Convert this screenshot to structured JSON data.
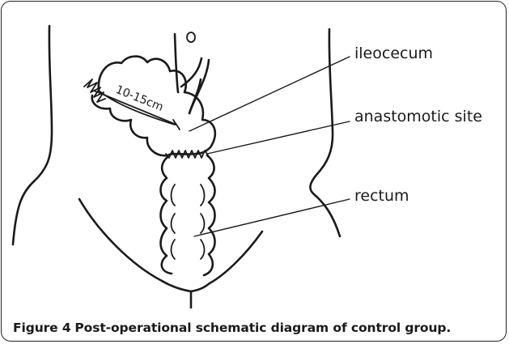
{
  "labels": {
    "ileocecum": "ileocecum",
    "anastomotic_site": "anastomotic site",
    "rectum": "rectum"
  },
  "measurement": "10-15cm",
  "caption": {
    "figure_number": "Figure 4",
    "title": "Post-operational schematic diagram of control group."
  }
}
